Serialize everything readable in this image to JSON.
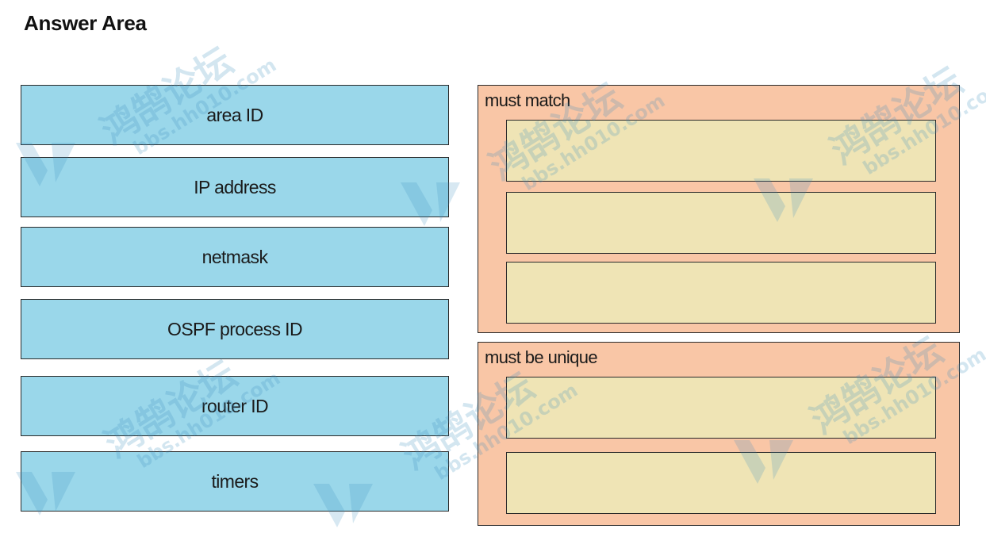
{
  "header": {
    "title": "Answer Area"
  },
  "source_items": [
    {
      "label": "area ID"
    },
    {
      "label": "IP address"
    },
    {
      "label": "netmask"
    },
    {
      "label": "OSPF process ID"
    },
    {
      "label": "router ID"
    },
    {
      "label": "timers"
    }
  ],
  "target_groups": [
    {
      "label": "must match",
      "slot_count": 3
    },
    {
      "label": "must be unique",
      "slot_count": 2
    }
  ],
  "watermark": {
    "glyphs": "鸿鹄论坛",
    "domain": "bbs.hh010.com"
  },
  "colors": {
    "source_fill": "#9ad7ea",
    "group_fill": "#f9c6a6",
    "slot_fill": "#efe4b5"
  }
}
